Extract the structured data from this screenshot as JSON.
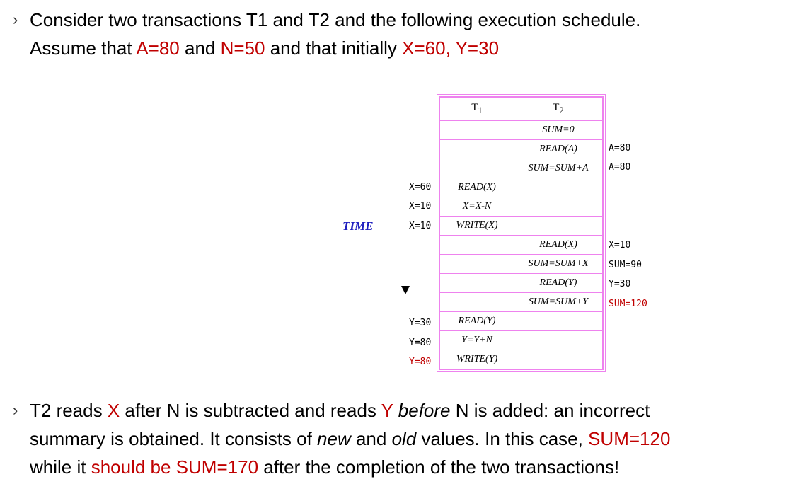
{
  "intro": {
    "line1": "Consider two transactions T1 and T2 and the following execution schedule.",
    "line2_pre": "Assume that ",
    "a_val": "A=80",
    "and1": " and ",
    "n_val": "N=50",
    "and2": " and that initially ",
    "xy_val": "X=60, Y=30"
  },
  "time_label": "TIME",
  "schedule": {
    "headers": [
      "T",
      "T"
    ],
    "header_subs": [
      "1",
      "2"
    ],
    "rows": [
      {
        "t1": "",
        "t2": "SUM=0",
        "left": "",
        "right": ""
      },
      {
        "t1": "",
        "t2": "READ(A)",
        "left": "",
        "right": "A=80"
      },
      {
        "t1": "",
        "t2": "SUM=SUM+A",
        "left": "",
        "right": "A=80"
      },
      {
        "t1": "READ(X)",
        "t2": "",
        "left": "X=60",
        "right": ""
      },
      {
        "t1": "X=X-N",
        "t2": "",
        "left": "X=10",
        "right": ""
      },
      {
        "t1": "WRITE(X)",
        "t2": "",
        "left": "X=10",
        "right": ""
      },
      {
        "t1": "",
        "t2": "READ(X)",
        "left": "",
        "right": "X=10"
      },
      {
        "t1": "",
        "t2": "SUM=SUM+X",
        "left": "",
        "right": "SUM=90"
      },
      {
        "t1": "",
        "t2": "READ(Y)",
        "left": "",
        "right": "Y=30"
      },
      {
        "t1": "",
        "t2": "SUM=SUM+Y",
        "left": "",
        "right": "SUM=120"
      },
      {
        "t1": "READ(Y)",
        "t2": "",
        "left": "Y=30",
        "right": ""
      },
      {
        "t1": "Y=Y+N",
        "t2": "",
        "left": "Y=80",
        "right": ""
      },
      {
        "t1": "WRITE(Y)",
        "t2": "",
        "left": "Y=80",
        "right": ""
      }
    ]
  },
  "conclusion": {
    "p1": "T2 reads ",
    "x": "X",
    "p2": " after N is subtracted and reads ",
    "y": "Y",
    "p3_em": "before",
    "p4": " N is added: an incorrect",
    "p5": "summary is obtained. It consists of ",
    "new_em": "new",
    "p6": " and ",
    "old_em": "old",
    "p7": " values. In this case, ",
    "sum_wrong": "SUM=120",
    "p8_pre": "while it ",
    "should_be": "should be SUM=170",
    "p8_post": " after the completion of the two transactions!"
  },
  "colors": {
    "red": "#c00000",
    "pink_border": "#ee82ee",
    "time_blue": "#1f1fbf"
  }
}
